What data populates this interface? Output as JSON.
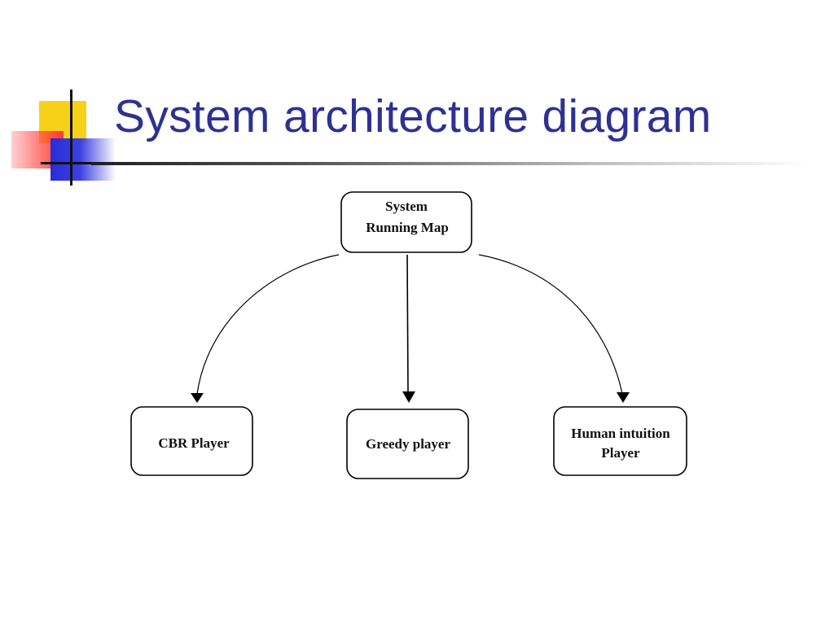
{
  "slide": {
    "title": "System architecture diagram",
    "accent_color": "#2e3192"
  },
  "diagram": {
    "nodes": {
      "root": {
        "lines": [
          "System",
          "Running Map"
        ]
      },
      "cbr": {
        "lines": [
          "CBR Player"
        ]
      },
      "greedy": {
        "lines": [
          "Greedy player"
        ]
      },
      "human": {
        "lines": [
          "Human intuition",
          "Player"
        ]
      }
    },
    "edges": [
      {
        "from": "root",
        "to": "cbr"
      },
      {
        "from": "root",
        "to": "greedy"
      },
      {
        "from": "root",
        "to": "human"
      }
    ]
  }
}
